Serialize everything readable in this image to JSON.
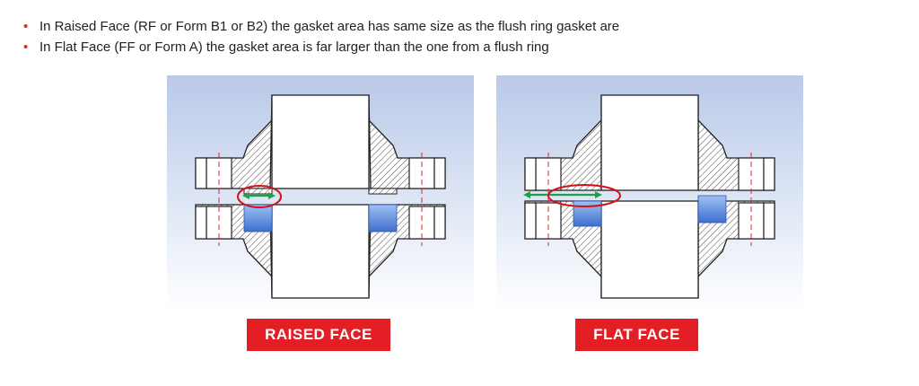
{
  "bullets": [
    "In Raised Face (RF or Form B1 or B2) the gasket area has same size as the flush ring gasket are",
    "In Flat Face (FF or Form A) the gasket area is far larger than the one from a flush ring"
  ],
  "panels": {
    "raised_face": {
      "label": "RAISED FACE"
    },
    "flat_face": {
      "label": "FLAT FACE"
    }
  },
  "colors": {
    "bullet": "#e0262b",
    "label_bg": "#e31e24",
    "gasket": "#4a7fd8",
    "arrow": "#1fa046",
    "highlight_ellipse": "#d6101a",
    "centerline": "#e0262b"
  },
  "icons": {
    "bullet": "•"
  }
}
